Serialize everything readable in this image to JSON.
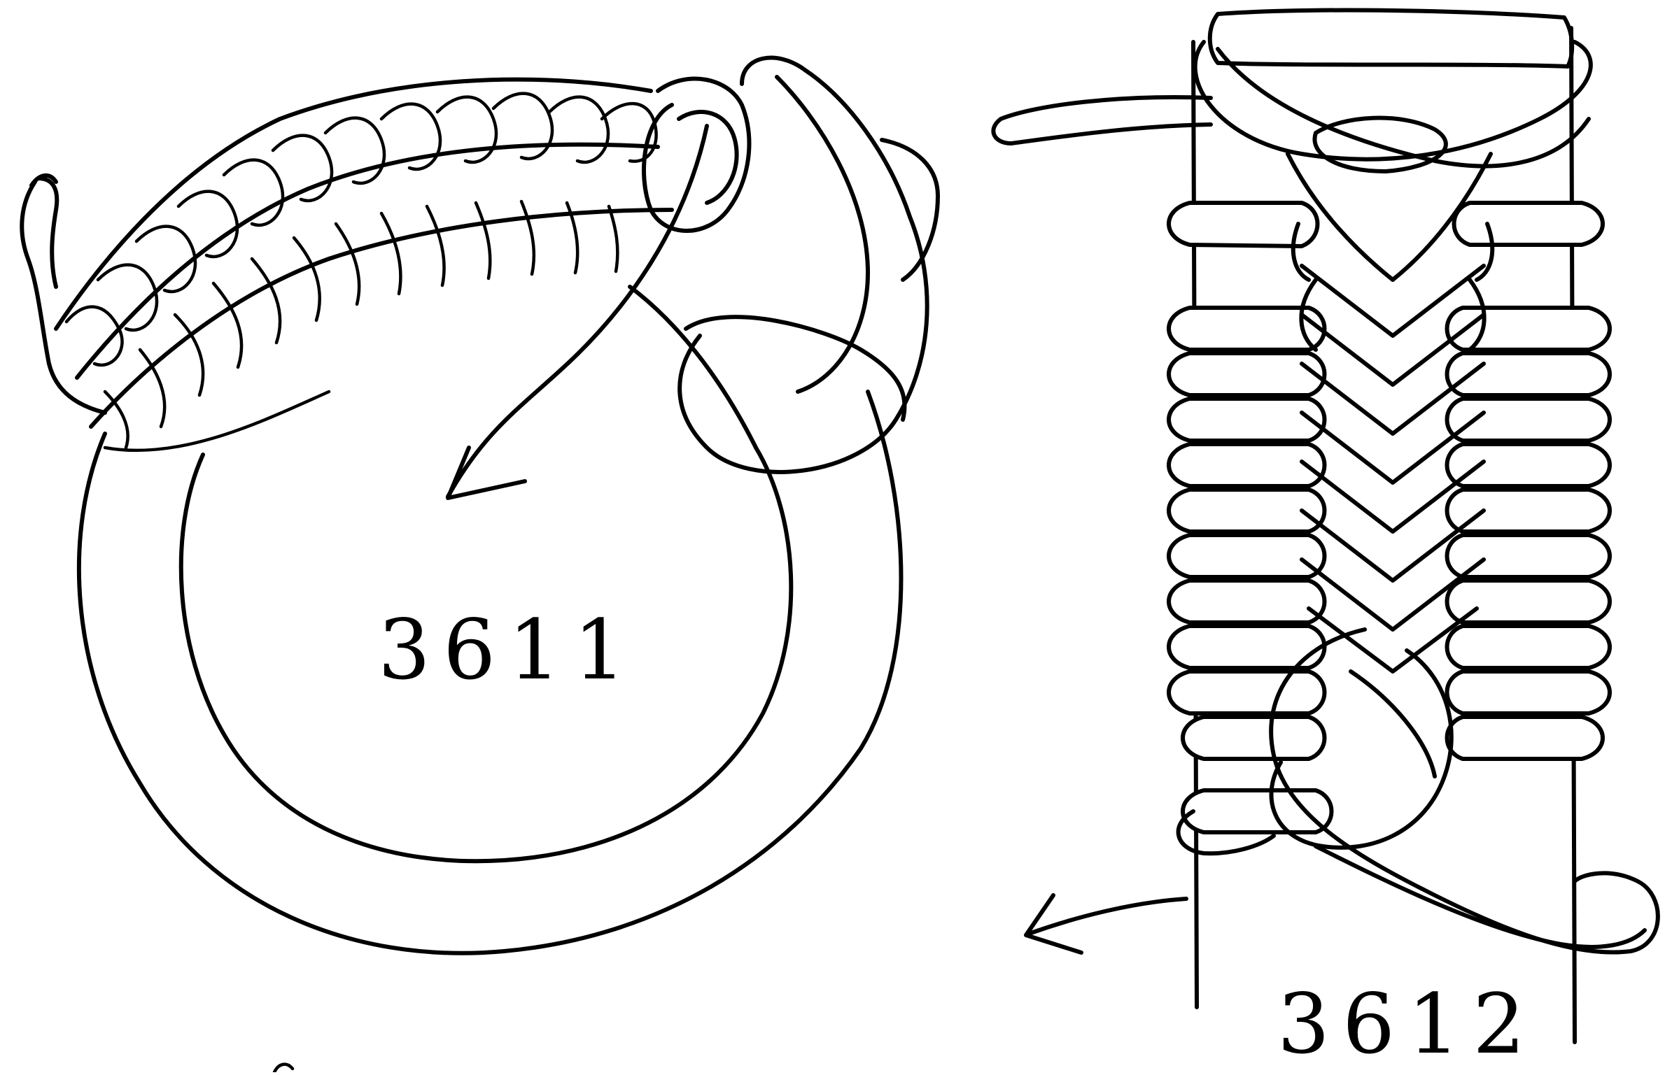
{
  "figures": [
    {
      "id": "3611",
      "label": "3611"
    },
    {
      "id": "3612",
      "label": "3612"
    }
  ],
  "colors": {
    "ink": "#000000",
    "paper": "#ffffff"
  }
}
